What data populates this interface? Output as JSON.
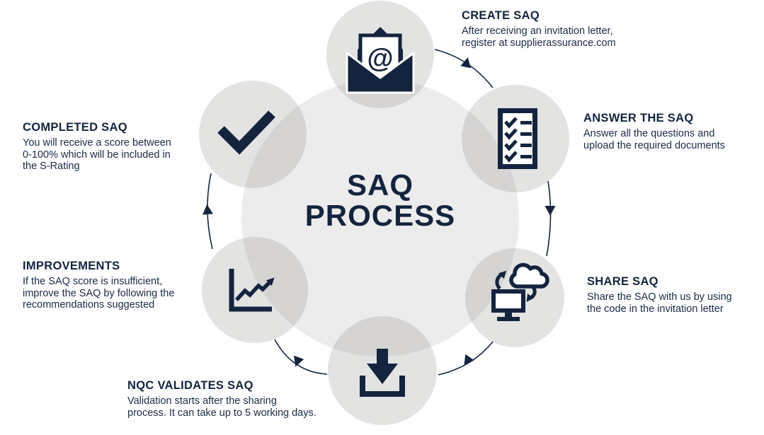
{
  "center": {
    "title_line1": "SAQ",
    "title_line2": "PROCESS"
  },
  "steps": [
    {
      "title": "CREATE SAQ",
      "description": "After receiving an invitation letter,\nregister at supplierassurance.com",
      "icon": "envelope-at-icon"
    },
    {
      "title": "ANSWER THE SAQ",
      "description": "Answer all the questions and\nupload the required documents",
      "icon": "checklist-icon"
    },
    {
      "title": "SHARE SAQ",
      "description": "Share the SAQ with us by using\nthe code in the invitation letter",
      "icon": "cloud-sync-monitor-icon"
    },
    {
      "title": "NQC VALIDATES SAQ",
      "description": "Validation starts after the sharing\nprocess. It can take up to 5 working days.",
      "icon": "download-icon"
    },
    {
      "title": "IMPROVEMENTS",
      "description": "If the SAQ score is insufficient,\nimprove the SAQ by following the\nrecommendations suggested",
      "icon": "line-chart-icon"
    },
    {
      "title": "COMPLETED SAQ",
      "description": "You will receive a score between\n0-100% which will be included in\nthe S-Rating",
      "icon": "checkmark-icon"
    }
  ],
  "icons": {
    "at_symbol": "@"
  },
  "colors": {
    "navy": "#14243e",
    "circle_gray": "rgba(125,122,118,0.21)",
    "big_circle_gray": "rgba(125,122,118,0.14)",
    "background": "#ffffff"
  }
}
